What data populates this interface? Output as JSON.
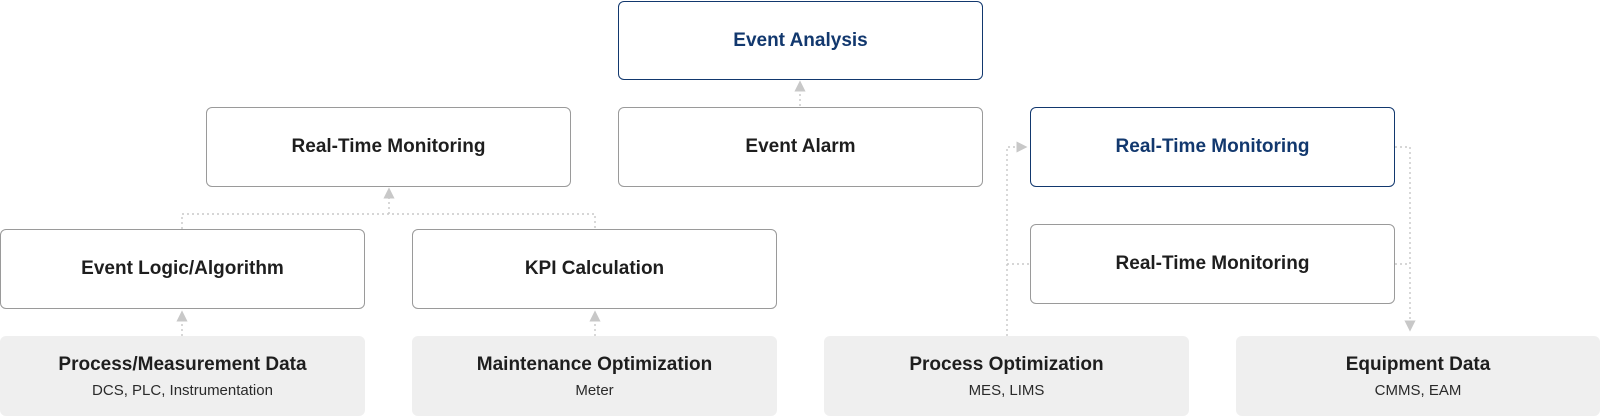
{
  "boxes": {
    "event_analysis": "Event Analysis",
    "realtime_monitoring_left": "Real-Time Monitoring",
    "event_alarm": "Event Alarm",
    "realtime_monitoring_right_top": "Real-Time Monitoring",
    "event_logic": "Event Logic/Algorithm",
    "kpi_calculation": "KPI Calculation",
    "realtime_monitoring_right_mid": "Real-Time Monitoring"
  },
  "sources": [
    {
      "title": "Process/Measurement Data",
      "subtitle": "DCS, PLC, Instrumentation"
    },
    {
      "title": "Maintenance Optimization",
      "subtitle": "Meter"
    },
    {
      "title": "Process Optimization",
      "subtitle": "MES, LIMS"
    },
    {
      "title": "Equipment Data",
      "subtitle": "CMMS, EAM"
    }
  ],
  "colors": {
    "accent": "#12386e",
    "box_border": "#9a9a9a",
    "source_fill": "#efefef",
    "connector": "#c8c8c8"
  }
}
